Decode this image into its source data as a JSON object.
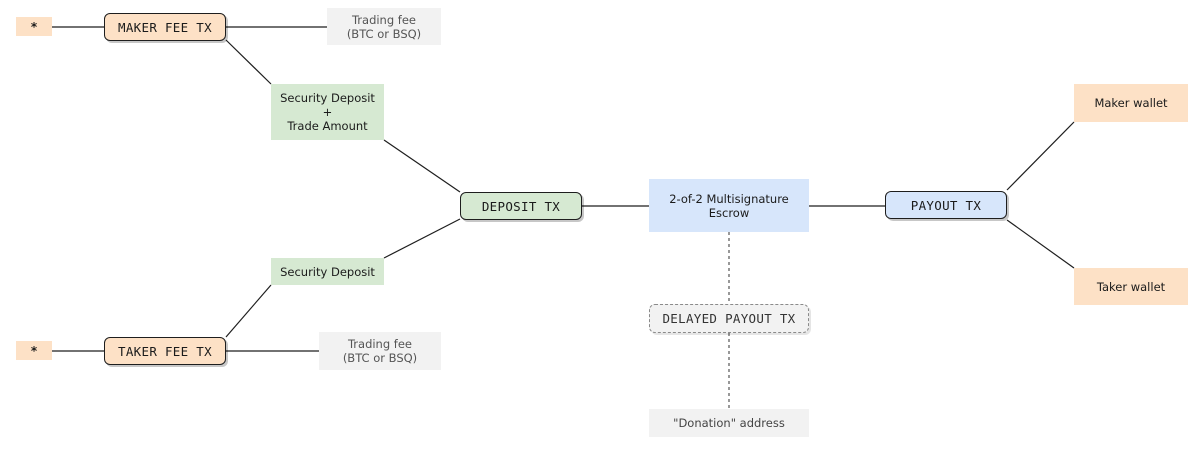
{
  "colors": {
    "orange": "#fde1c6",
    "green": "#d6e9d2",
    "blue": "#d7e6fb",
    "gray": "#f2f2f2",
    "line": "#1e1e1e"
  },
  "nodes": {
    "maker_star": "*",
    "taker_star": "*",
    "maker_fee_tx": "MAKER FEE TX",
    "taker_fee_tx": "TAKER FEE TX",
    "maker_trading_fee": "Trading fee\n(BTC or BSQ)",
    "taker_trading_fee": "Trading fee\n(BTC or BSQ)",
    "maker_deposit": "Security Deposit\n+\nTrade Amount",
    "taker_deposit": "Security Deposit",
    "deposit_tx": "DEPOSIT TX",
    "escrow": "2-of-2 Multisignature\nEscrow",
    "delayed_payout_tx": "DELAYED PAYOUT TX",
    "donation_address": "\"Donation\" address",
    "payout_tx": "PAYOUT TX",
    "maker_wallet": "Maker wallet",
    "taker_wallet": "Taker wallet"
  }
}
